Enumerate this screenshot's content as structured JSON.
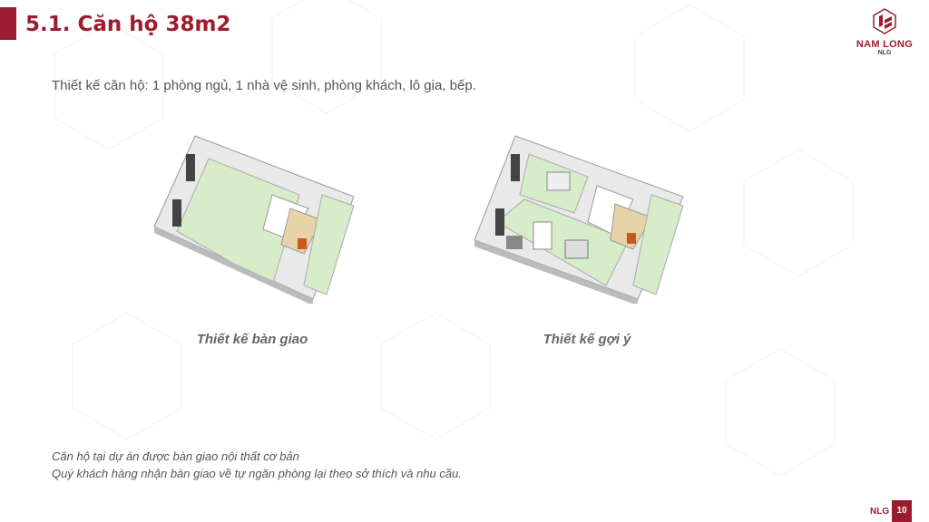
{
  "header": {
    "title": "5.1. Căn hộ 38m2"
  },
  "logo": {
    "brand": "NAM LONG",
    "sub": "NLG"
  },
  "description": "Thiết kế căn hộ: 1 phòng ngủ, 1 nhà vệ sinh, phòng khách, lô gia, bếp.",
  "plans": [
    {
      "caption": "Thiết kế bàn giao"
    },
    {
      "caption": "Thiết kế gợi ý"
    }
  ],
  "notes": [
    "Căn hộ tại dự án được bàn giao nội thất cơ bản",
    "Quý khách hàng nhận bàn giao về tự ngăn phòng lại theo sở thích và nhu cầu."
  ],
  "footer": {
    "company": "NLG",
    "page_number": "10"
  },
  "colors": {
    "brand": "#9b1c2e",
    "floor": "#d7ecc8"
  }
}
